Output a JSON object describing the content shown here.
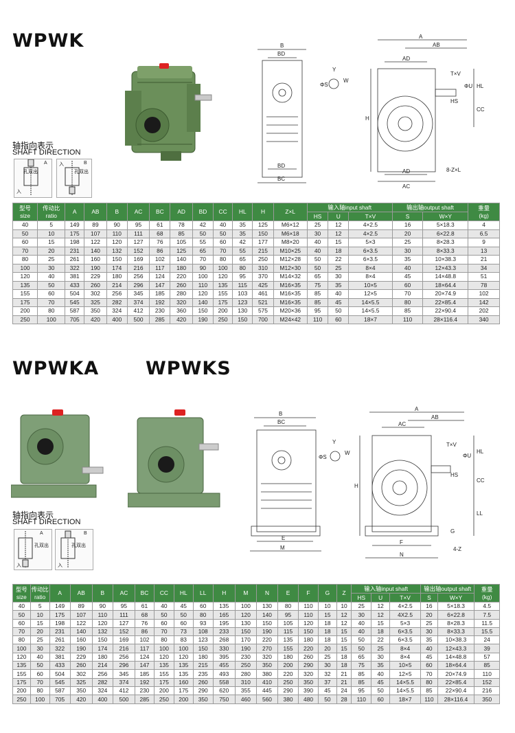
{
  "sections": [
    {
      "title": "WPWK",
      "shaft_cn": "轴指向表示",
      "shaft_en": "SHAFT DIRECTION",
      "dir_labels": [
        "A",
        "入",
        "B",
        "入",
        "孔双出",
        "孔双出"
      ],
      "drawing_labels": [
        "B",
        "BD",
        "BD",
        "BC",
        "Y",
        "ΦS",
        "W",
        "H",
        "A",
        "AB",
        "AD",
        "T×V",
        "ΦU",
        "HL",
        "HS",
        "CC",
        "AD",
        "AC",
        "8-Z×L"
      ],
      "table": {
        "head1": [
          "型号",
          "传动比",
          "A",
          "AB",
          "B",
          "AC",
          "BC",
          "AD",
          "BD",
          "CC",
          "HL",
          "H",
          "Z×L",
          "输入轴input shaft",
          "输出轴output shaft",
          "重量"
        ],
        "head1b": [
          "size",
          "ratio",
          "(kg)"
        ],
        "head2": [
          "HS",
          "U",
          "T×V",
          "S",
          "W×Y"
        ],
        "rows": [
          [
            "40",
            "5",
            "149",
            "89",
            "90",
            "95",
            "61",
            "78",
            "42",
            "40",
            "35",
            "125",
            "M6×12",
            "25",
            "12",
            "4×2.5",
            "16",
            "5×18.3",
            "4"
          ],
          [
            "50",
            "10",
            "175",
            "107",
            "110",
            "111",
            "68",
            "85",
            "50",
            "50",
            "35",
            "150",
            "M6×18",
            "30",
            "12",
            "4×2.5",
            "20",
            "6×22.8",
            "6.5"
          ],
          [
            "60",
            "15",
            "198",
            "122",
            "120",
            "127",
            "76",
            "105",
            "55",
            "60",
            "42",
            "177",
            "M8×20",
            "40",
            "15",
            "5×3",
            "25",
            "8×28.3",
            "9"
          ],
          [
            "70",
            "20",
            "231",
            "140",
            "132",
            "152",
            "86",
            "125",
            "65",
            "70",
            "55",
            "215",
            "M10×25",
            "40",
            "18",
            "6×3.5",
            "30",
            "8×33.3",
            "13"
          ],
          [
            "80",
            "25",
            "261",
            "160",
            "150",
            "169",
            "102",
            "140",
            "70",
            "80",
            "65",
            "250",
            "M12×28",
            "50",
            "22",
            "6×3.5",
            "35",
            "10×38.3",
            "21"
          ],
          [
            "100",
            "30",
            "322",
            "190",
            "174",
            "216",
            "117",
            "180",
            "90",
            "100",
            "80",
            "310",
            "M12×30",
            "50",
            "25",
            "8×4",
            "40",
            "12×43.3",
            "34"
          ],
          [
            "120",
            "40",
            "381",
            "229",
            "180",
            "256",
            "124",
            "220",
            "100",
            "120",
            "95",
            "370",
            "M14×32",
            "65",
            "30",
            "8×4",
            "45",
            "14×48.8",
            "51"
          ],
          [
            "135",
            "50",
            "433",
            "260",
            "214",
            "296",
            "147",
            "260",
            "110",
            "135",
            "115",
            "425",
            "M16×35",
            "75",
            "35",
            "10×5",
            "60",
            "18×64.4",
            "78"
          ],
          [
            "155",
            "60",
            "504",
            "302",
            "256",
            "345",
            "185",
            "280",
            "120",
            "155",
            "103",
            "461",
            "M16×35",
            "85",
            "40",
            "12×5",
            "70",
            "20×74.9",
            "102"
          ],
          [
            "175",
            "70",
            "545",
            "325",
            "282",
            "374",
            "192",
            "320",
            "140",
            "175",
            "123",
            "521",
            "M16×35",
            "85",
            "45",
            "14×5.5",
            "80",
            "22×85.4",
            "142"
          ],
          [
            "200",
            "80",
            "587",
            "350",
            "324",
            "412",
            "230",
            "360",
            "150",
            "200",
            "130",
            "575",
            "M20×36",
            "95",
            "50",
            "14×5.5",
            "85",
            "22×90.4",
            "202"
          ],
          [
            "250",
            "100",
            "705",
            "420",
            "400",
            "500",
            "285",
            "420",
            "190",
            "250",
            "150",
            "700",
            "M24×42",
            "110",
            "60",
            "18×7",
            "110",
            "28×116.4",
            "340"
          ]
        ]
      }
    },
    {
      "title": "WPWKA",
      "title2": "WPWKS",
      "shaft_cn": "轴指向表示",
      "shaft_en": "SHAFT DIRECTION",
      "dir_labels": [
        "A",
        "孔双出",
        "入",
        "B",
        "孔双出",
        "入"
      ],
      "drawing_labels": [
        "B",
        "BC",
        "Y",
        "ΦS",
        "W",
        "H",
        "E",
        "M",
        "G",
        "A",
        "AB",
        "AC",
        "T×V",
        "ΦU",
        "HL",
        "HS",
        "CC",
        "LL",
        "F",
        "N",
        "4-Z"
      ],
      "table": {
        "head1": [
          "型号",
          "传动比",
          "A",
          "AB",
          "B",
          "AC",
          "BC",
          "CC",
          "HL",
          "LL",
          "H",
          "M",
          "N",
          "E",
          "F",
          "G",
          "Z",
          "输入轴input shaft",
          "输出轴output shaft",
          "重量"
        ],
        "head1b": [
          "size",
          "ratio",
          "(kg)"
        ],
        "head2": [
          "HS",
          "U",
          "T×V",
          "S",
          "W×Y"
        ],
        "rows": [
          [
            "40",
            "5",
            "149",
            "89",
            "90",
            "95",
            "61",
            "40",
            "45",
            "60",
            "135",
            "100",
            "130",
            "80",
            "110",
            "10",
            "10",
            "25",
            "12",
            "4×2.5",
            "16",
            "5×18.3",
            "4.5"
          ],
          [
            "50",
            "10",
            "175",
            "107",
            "110",
            "111",
            "68",
            "50",
            "50",
            "80",
            "165",
            "120",
            "140",
            "95",
            "110",
            "15",
            "12",
            "30",
            "12",
            "4X2.5",
            "20",
            "6×22.8",
            "7.5"
          ],
          [
            "60",
            "15",
            "198",
            "122",
            "120",
            "127",
            "76",
            "60",
            "60",
            "93",
            "195",
            "130",
            "150",
            "105",
            "120",
            "18",
            "12",
            "40",
            "15",
            "5×3",
            "25",
            "8×28.3",
            "11.5"
          ],
          [
            "70",
            "20",
            "231",
            "140",
            "132",
            "152",
            "86",
            "70",
            "73",
            "108",
            "233",
            "150",
            "190",
            "115",
            "150",
            "18",
            "15",
            "40",
            "18",
            "6×3.5",
            "30",
            "8×33.3",
            "15.5"
          ],
          [
            "80",
            "25",
            "261",
            "160",
            "150",
            "169",
            "102",
            "80",
            "83",
            "123",
            "268",
            "170",
            "220",
            "135",
            "180",
            "18",
            "15",
            "50",
            "22",
            "6×3.5",
            "35",
            "10×38.3",
            "24"
          ],
          [
            "100",
            "30",
            "322",
            "190",
            "174",
            "216",
            "117",
            "100",
            "100",
            "150",
            "330",
            "190",
            "270",
            "155",
            "220",
            "20",
            "15",
            "50",
            "25",
            "8×4",
            "40",
            "12×43.3",
            "39"
          ],
          [
            "120",
            "40",
            "381",
            "229",
            "180",
            "256",
            "124",
            "120",
            "120",
            "180",
            "395",
            "230",
            "320",
            "180",
            "260",
            "25",
            "18",
            "65",
            "30",
            "8×4",
            "45",
            "14×48.8",
            "57"
          ],
          [
            "135",
            "50",
            "433",
            "260",
            "214",
            "296",
            "147",
            "135",
            "135",
            "215",
            "455",
            "250",
            "350",
            "200",
            "290",
            "30",
            "18",
            "75",
            "35",
            "10×5",
            "60",
            "18×64.4",
            "85"
          ],
          [
            "155",
            "60",
            "504",
            "302",
            "256",
            "345",
            "185",
            "155",
            "135",
            "235",
            "493",
            "280",
            "380",
            "220",
            "320",
            "32",
            "21",
            "85",
            "40",
            "12×5",
            "70",
            "20×74.9",
            "110"
          ],
          [
            "175",
            "70",
            "545",
            "325",
            "282",
            "374",
            "192",
            "175",
            "160",
            "260",
            "558",
            "310",
            "410",
            "250",
            "350",
            "37",
            "21",
            "85",
            "45",
            "14×5.5",
            "80",
            "22×85.4",
            "152"
          ],
          [
            "200",
            "80",
            "587",
            "350",
            "324",
            "412",
            "230",
            "200",
            "175",
            "290",
            "620",
            "355",
            "445",
            "290",
            "390",
            "45",
            "24",
            "95",
            "50",
            "14×5.5",
            "85",
            "22×90.4",
            "216"
          ],
          [
            "250",
            "100",
            "705",
            "420",
            "400",
            "500",
            "285",
            "250",
            "200",
            "350",
            "750",
            "460",
            "560",
            "380",
            "480",
            "50",
            "28",
            "110",
            "60",
            "18×7",
            "110",
            "28×116.4",
            "350"
          ]
        ]
      }
    }
  ]
}
